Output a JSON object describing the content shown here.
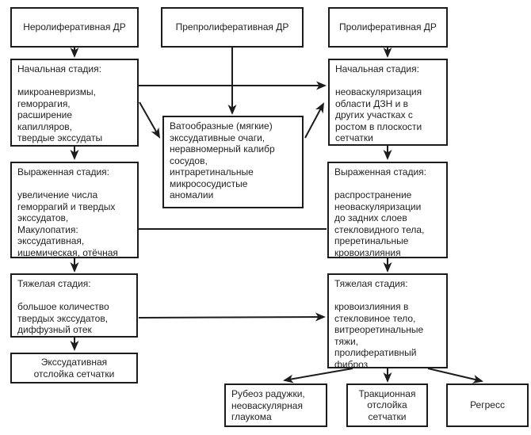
{
  "colors": {
    "background": "#ffffff",
    "line": "#1c1c1c",
    "text": "#1f1f1f"
  },
  "boxes": {
    "npdr": {
      "text": "Неролиферативная ДР"
    },
    "ppdr": {
      "text": "Препролиферативная ДР"
    },
    "pdr": {
      "text": "Пролиферативная ДР"
    },
    "npdr_initial": {
      "text": "Начальная стадия:\n\nмикроаневризмы,\nгеморрагия,\nрасширение\nкапилляров,\nтвердые экссудаты"
    },
    "soft_exudates": {
      "text": "Ватообразные (мягкие)\nэкссудативные очаги,\nнеравномерный калибр\nсосудов,\nинтраретинальные\nмикрососудистые\nаномалии"
    },
    "pdr_initial": {
      "text": "Начальная стадия:\n\nнеоваскуляризация\nобласти ДЗН и в\nдругих участках с\nростом в плоскости\nсетчатки"
    },
    "npdr_marked": {
      "text": "Выраженная стадия:\n\nувеличение числа\nгеморрагий и твердых\nэкссудатов,\nМакулопатия:\nэкссудативная,\nишемическая, отёчная"
    },
    "pdr_marked": {
      "text": "Выраженная стадия:\n\nраспространение\nнеоваскуляризации\nдо задних слоев\nстекловидного тела,\nпреретинальные\nкровоизлияния"
    },
    "npdr_severe": {
      "text": "Тяжелая стадия:\n\nбольшое количество\nтвердых экссудатов,\nдиффузный отек"
    },
    "pdr_severe": {
      "text": "Тяжелая стадия:\n\nкровоизлияния в\nстекловиное тело,\nвитреоретинальные\nтяжи,\nпролиферативный\nфиброз"
    },
    "exudative_detachment": {
      "text": "Экссудативная\nотслойка сетчатки"
    },
    "rubeosis": {
      "text": "Рубеоз радужки,\nнеоваскулярная\nглаукома"
    },
    "traction_detachment": {
      "text": "Тракционная\nотслойка\nсетчатки"
    },
    "regress": {
      "text": "Регресс"
    }
  }
}
